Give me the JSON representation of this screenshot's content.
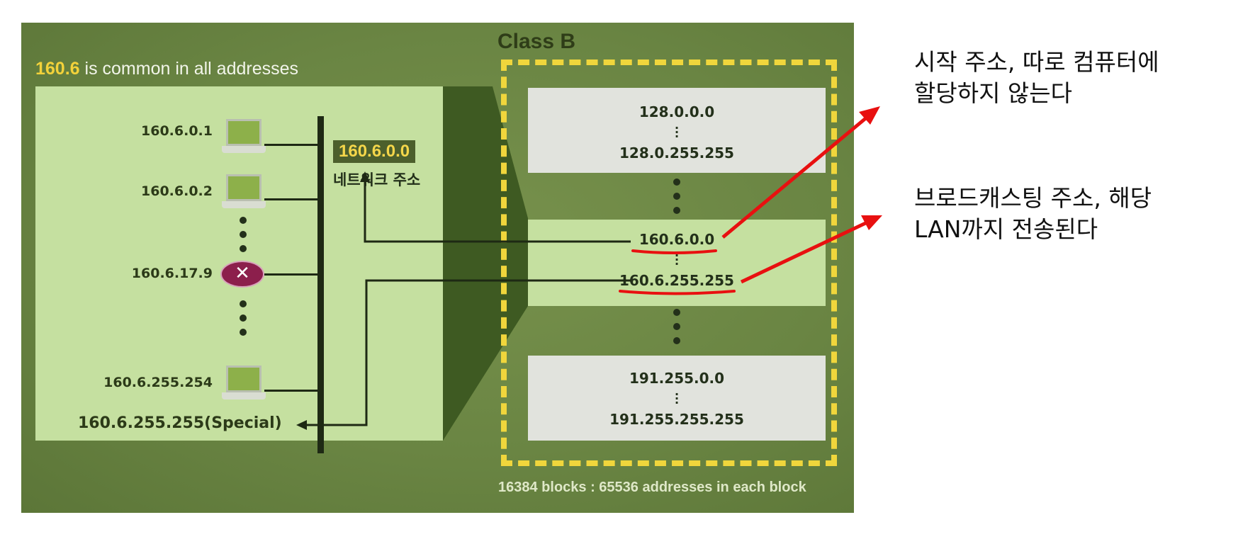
{
  "slide": {
    "header_highlight": "160.6",
    "header_rest": " is common in all addresses",
    "class_title": "Class B",
    "footer_note": "16384 blocks : 65536 addresses in each block"
  },
  "lan": {
    "hosts": [
      {
        "address": "160.6.0.1",
        "device": "laptop-icon"
      },
      {
        "address": "160.6.0.2",
        "device": "laptop-icon"
      },
      {
        "address": "160.6.17.9",
        "device": "router-icon"
      },
      {
        "address": "160.6.255.254",
        "device": "laptop-icon"
      }
    ],
    "special_address": "160.6.255.255(Special)",
    "network_address": "160.6.0.0",
    "network_label": "네트워크 주소",
    "router_symbol": "✕"
  },
  "blocks": [
    {
      "first": "128.0.0.0",
      "last": "128.0.255.255"
    },
    {
      "first": "160.6.0.0",
      "last": "160.6.255.255"
    },
    {
      "first": "191.255.0.0",
      "last": "191.255.255.255"
    }
  ],
  "annotations": [
    {
      "line1": "시작 주소, 따로 컴퓨터에",
      "line2": "할당하지 않는다"
    },
    {
      "line1": "브로드캐스팅 주소, 해당",
      "line2": "LAN까지 전송된다"
    }
  ],
  "colors": {
    "slide_bg": "#6a8543",
    "highlight_yellow": "#f3d23a",
    "dashed_border": "#f0d63c",
    "annotation_red": "#e81010"
  }
}
